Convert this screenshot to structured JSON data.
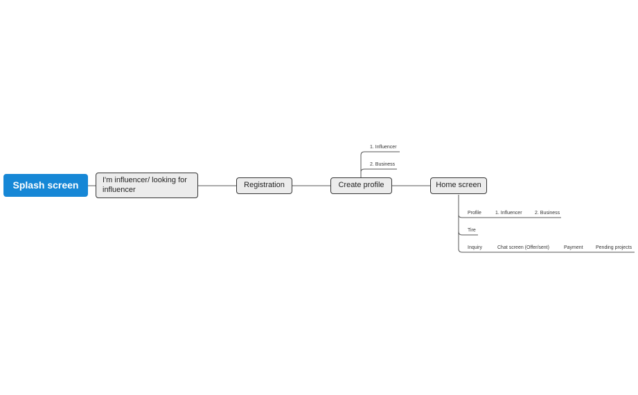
{
  "mindmap": {
    "root": "Splash screen",
    "main_nodes": {
      "choice": "I'm influencer/ looking for influencer",
      "registration": "Registration",
      "create_profile": "Create profile",
      "home_screen": "Home screen"
    },
    "create_profile_branches": [
      "1. Influencer",
      "2. Business"
    ],
    "home_screen_branches": {
      "profile": {
        "label": "Profile",
        "children": [
          "1. Influencer",
          "2. Business"
        ]
      },
      "tire": {
        "label": "Tire"
      },
      "inquiry": {
        "label": "Inquiry",
        "children": [
          "Chat screen (Offer/sent)",
          "Payment",
          "Pending projects"
        ]
      }
    },
    "colors": {
      "root": "#1687d6",
      "node": "#ececec",
      "line": "#555555"
    }
  }
}
